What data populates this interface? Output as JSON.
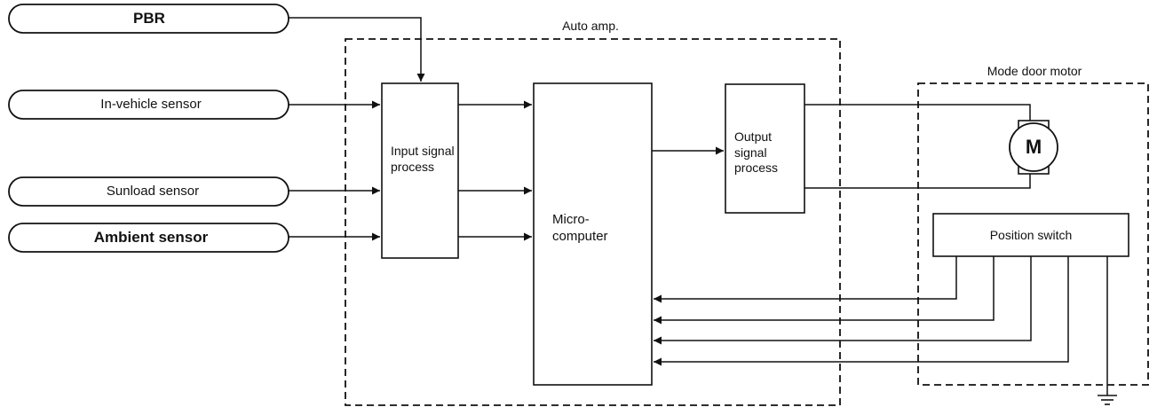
{
  "inputs": {
    "pbr": "PBR",
    "in_vehicle": "In-vehicle sensor",
    "sunload": "Sunload sensor",
    "ambient": "Ambient sensor"
  },
  "auto_amp": {
    "label": "Auto amp.",
    "input_process": "Input signal process",
    "microcomputer": "Micro-computer",
    "output_process": "Output signal process"
  },
  "mode_door": {
    "label": "Mode door motor",
    "motor": "M",
    "position_switch": "Position switch"
  }
}
